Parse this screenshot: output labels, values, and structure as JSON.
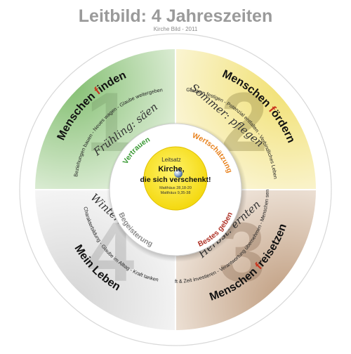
{
  "header": {
    "title": "Leitbild: 4 Jahreszeiten",
    "subtitle": "Kirche Bild - 2011"
  },
  "colors": {
    "title": "#9a9a9a",
    "green": "#9cc98b",
    "yellow": "#f2e58f",
    "brown": "#c9a98d",
    "grey": "#dcdcdc",
    "red_accent": "#c8341d",
    "center_yellow": "#f7e21d"
  },
  "quadrants": {
    "top_left": {
      "heading": "Menschen finden",
      "heading_parts": [
        "Menschen ",
        "f",
        "inden"
      ],
      "tagline": "Beziehungen bauen - Neues wagen - Glaube weitergeben",
      "season": "Frühling: säen",
      "number": "1"
    },
    "top_right": {
      "heading": "Menschen fördern",
      "heading_parts": [
        "Menschen ",
        "f",
        "ördern"
      ],
      "tagline": "Glauben festigen - Potenzial entfalten - Verbindliches Leben",
      "season": "Sommer: pflegen",
      "number": "2"
    },
    "bottom_right": {
      "heading": "Menschen freisetzen",
      "heading_parts": [
        "Menschen ",
        "f",
        "reisetzen"
      ],
      "tagline": "Kraft & Zeit investieren - Verantwortung übernehmen - Menschen senden",
      "season": "Herbst: ernten",
      "number": "3"
    },
    "bottom_left": {
      "heading": "Mein Leben",
      "tagline": "Charakterbildung - Glaube im Alltag - Kraft tanken",
      "season": "Winter: ruhen",
      "number": "4"
    }
  },
  "values": {
    "top_left": {
      "label": "Vertrauen",
      "color": "#3a9a34"
    },
    "top_right": {
      "label": "Wertschätzung",
      "color": "#e8821e"
    },
    "bottom_right": {
      "label": "Bestes geben",
      "color": "#b0352a"
    },
    "bottom_left": {
      "label": "Begeisterung",
      "color": "#8c8c8c"
    }
  },
  "center": {
    "label": "Leitsatz",
    "line1": "Kirche,",
    "line2": "die sich verschenkt!",
    "ref1": "Matthäus 28,18-20",
    "ref2": "Matthäus 9,35-38"
  }
}
